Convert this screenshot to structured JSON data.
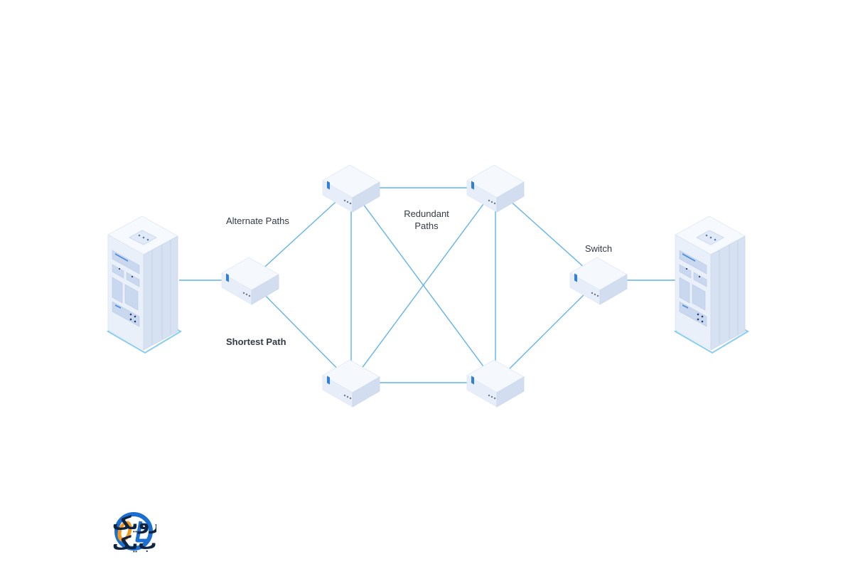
{
  "diagram": {
    "labels": {
      "alternate_paths": "Alternate Paths",
      "shortest_path": "Shortest Path",
      "redundant_line1": "Redundant",
      "redundant_line2": "Paths",
      "switch": "Switch"
    },
    "nodes": [
      {
        "id": "server-left",
        "kind": "server-rack",
        "icon": "server-rack-icon"
      },
      {
        "id": "switch-left",
        "kind": "switch",
        "icon": "network-switch-icon"
      },
      {
        "id": "switch-top-left",
        "kind": "switch",
        "icon": "network-switch-icon"
      },
      {
        "id": "switch-top-right",
        "kind": "switch",
        "icon": "network-switch-icon"
      },
      {
        "id": "switch-bottom-left",
        "kind": "switch",
        "icon": "network-switch-icon"
      },
      {
        "id": "switch-bottom-right",
        "kind": "switch",
        "icon": "network-switch-icon"
      },
      {
        "id": "switch-right",
        "kind": "switch",
        "icon": "network-switch-icon"
      },
      {
        "id": "server-right",
        "kind": "server-rack",
        "icon": "server-rack-icon"
      }
    ],
    "edges": [
      [
        "server-left",
        "switch-left"
      ],
      [
        "switch-left",
        "switch-top-left"
      ],
      [
        "switch-left",
        "switch-bottom-left"
      ],
      [
        "switch-top-left",
        "switch-top-right"
      ],
      [
        "switch-top-left",
        "switch-bottom-left"
      ],
      [
        "switch-top-left",
        "switch-bottom-right"
      ],
      [
        "switch-top-right",
        "switch-bottom-left"
      ],
      [
        "switch-top-right",
        "switch-bottom-right"
      ],
      [
        "switch-top-right",
        "switch-right"
      ],
      [
        "switch-bottom-left",
        "switch-bottom-right"
      ],
      [
        "switch-bottom-right",
        "switch-right"
      ],
      [
        "switch-right",
        "server-right"
      ]
    ],
    "colors": {
      "link": "#62b4ea",
      "device_top": "#f4f8fd",
      "device_left": "#e6eef9",
      "device_right": "#d3def0",
      "device_accent": "#2f80d6",
      "device_base_glow": "#7cc8f0"
    }
  },
  "logo": {
    "line1": "صفرویک",
    "line2": "انتخاب‌یک",
    "mark": "OL",
    "colors": {
      "text": "#0f2440",
      "ring": "#1b6fd1",
      "mark_orange": "#f39a1e"
    }
  }
}
